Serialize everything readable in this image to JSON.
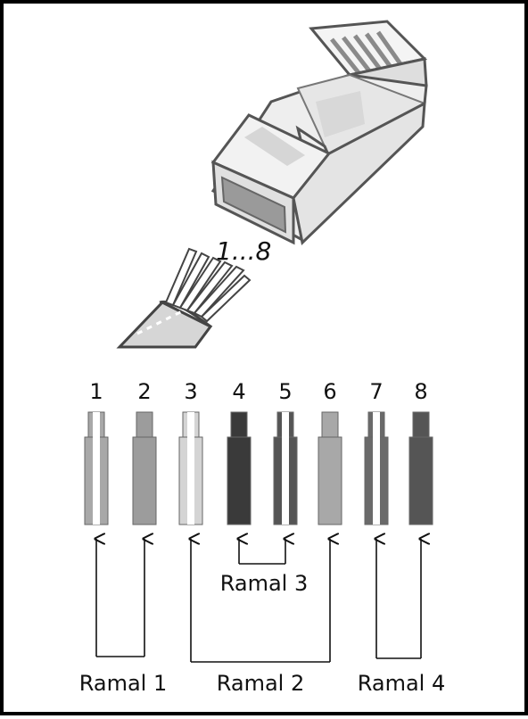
{
  "connector": {
    "pin_range_label": "1...8"
  },
  "pins": {
    "numbers": [
      "1",
      "2",
      "3",
      "4",
      "5",
      "6",
      "7",
      "8"
    ],
    "wires": [
      {
        "pattern": "striped",
        "color": "#a8a8a8"
      },
      {
        "pattern": "solid",
        "color": "#9c9c9c"
      },
      {
        "pattern": "striped",
        "color": "#d4d4d4"
      },
      {
        "pattern": "solid",
        "color": "#3a3a3a"
      },
      {
        "pattern": "striped",
        "color": "#555555"
      },
      {
        "pattern": "solid",
        "color": "#a8a8a8"
      },
      {
        "pattern": "striped",
        "color": "#6a6a6a"
      },
      {
        "pattern": "solid",
        "color": "#555555"
      }
    ]
  },
  "branches": [
    {
      "label": "Ramal 1",
      "pins": [
        1,
        2
      ]
    },
    {
      "label": "Ramal 2",
      "pins": [
        3,
        6
      ]
    },
    {
      "label": "Ramal 3",
      "pins": [
        4,
        5
      ]
    },
    {
      "label": "Ramal 4",
      "pins": [
        7,
        8
      ]
    }
  ]
}
